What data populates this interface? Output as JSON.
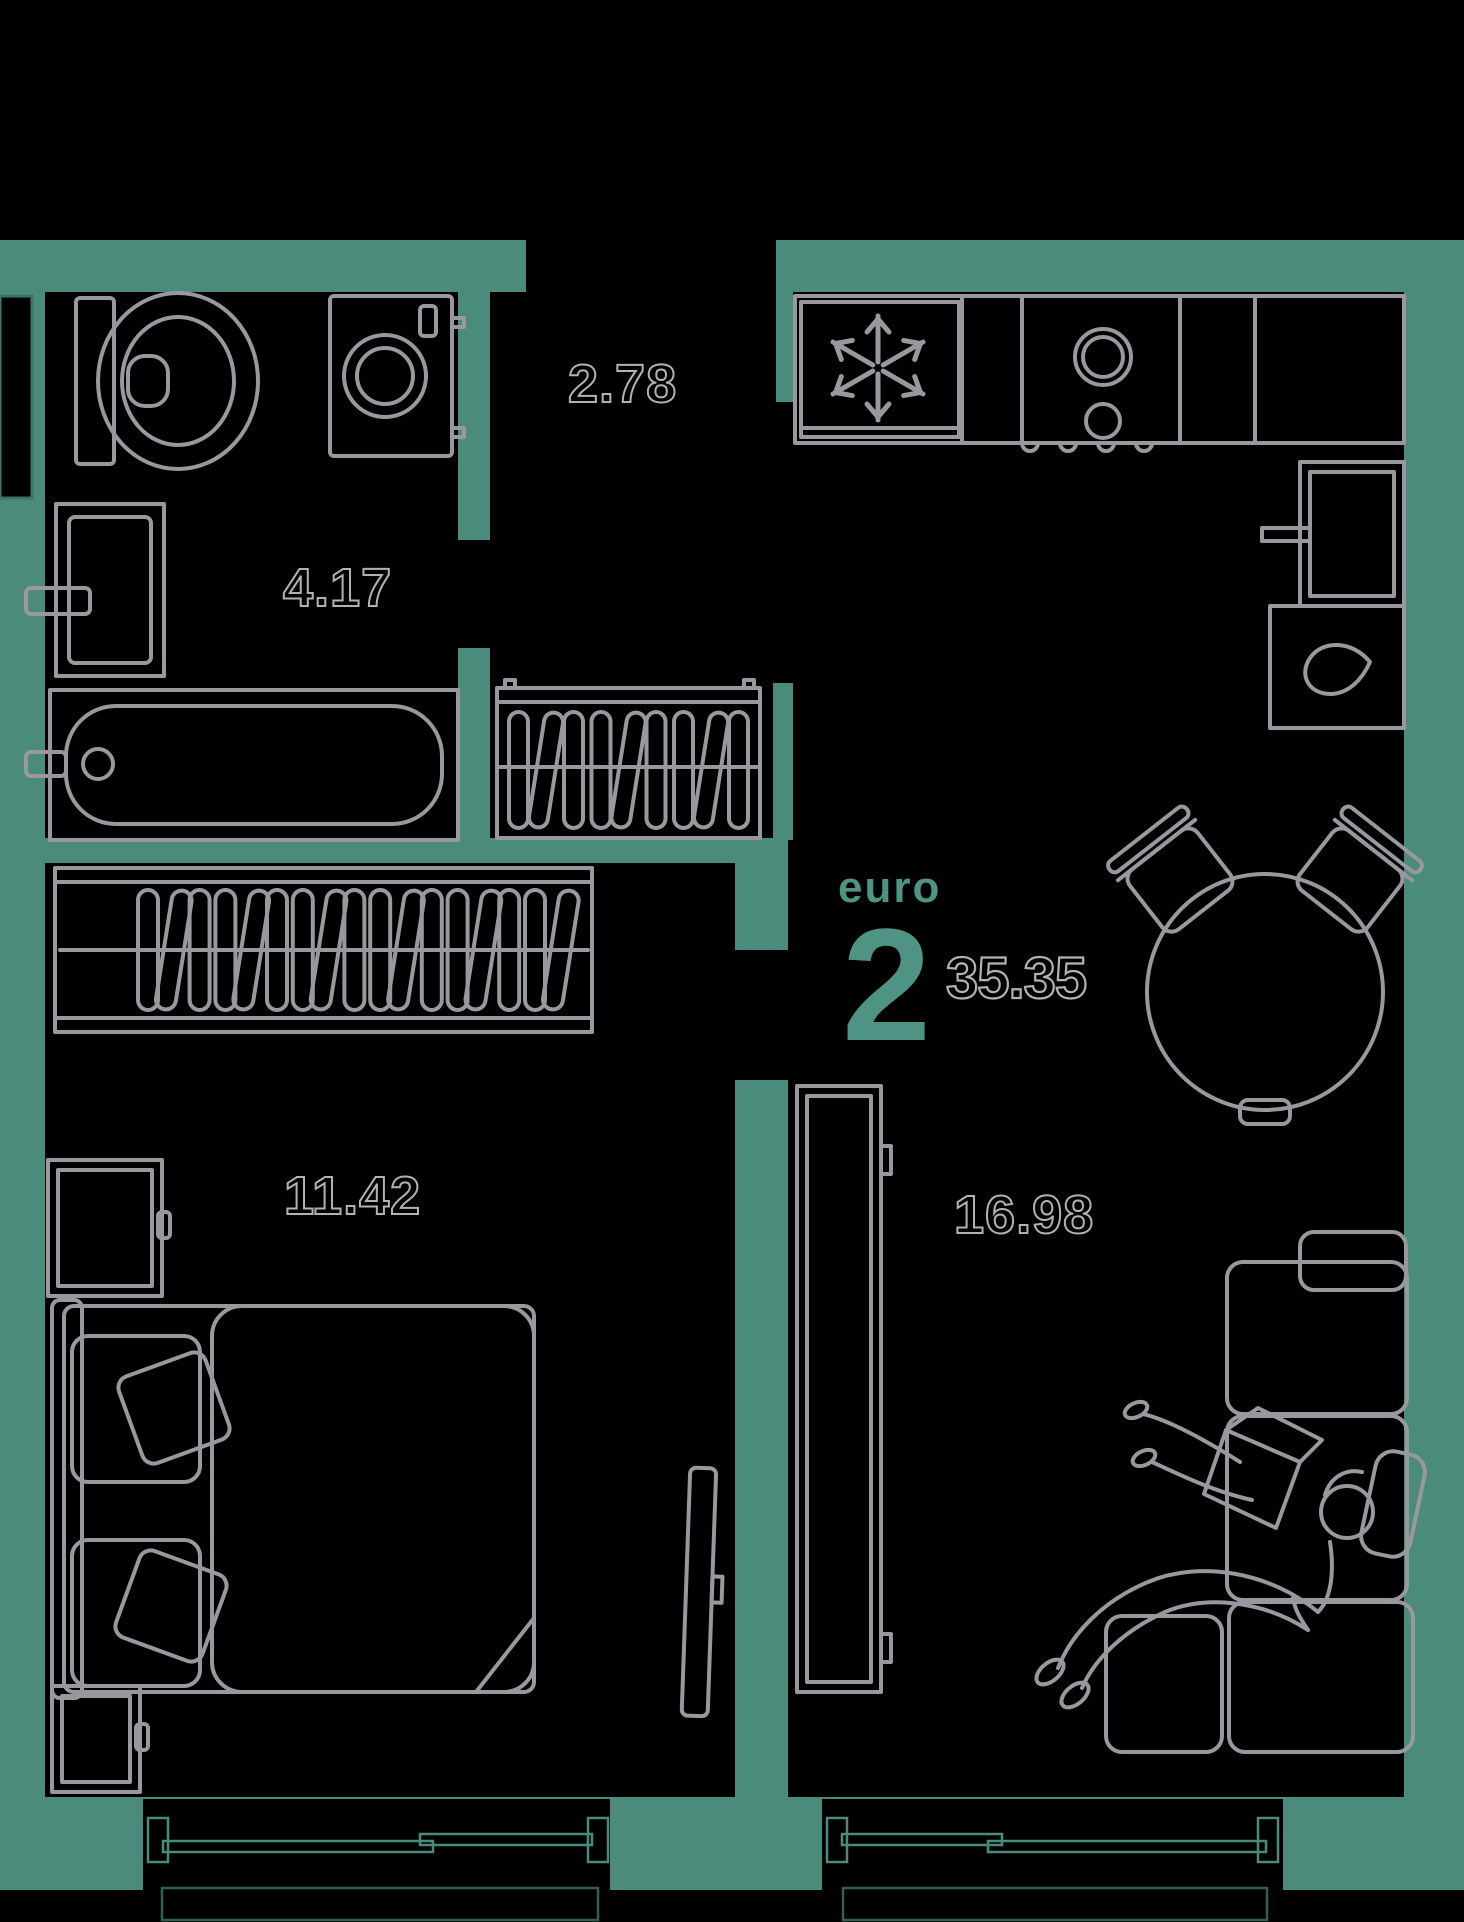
{
  "floorplan": {
    "type_label": "euro",
    "rooms_label": "2",
    "total_area": "35.35",
    "areas": {
      "hallway": "2.78",
      "bathroom": "4.17",
      "bedroom": "11.42",
      "kitchen_living_room": "16.98"
    },
    "icons": {
      "fridge": "snowflake-icon"
    },
    "colors": {
      "wall": "#4a8b7b",
      "accent_text": "#4e9383",
      "furniture_line": "#98989e",
      "area_label_outline": "#b2b2b2",
      "background": "#000000"
    }
  }
}
